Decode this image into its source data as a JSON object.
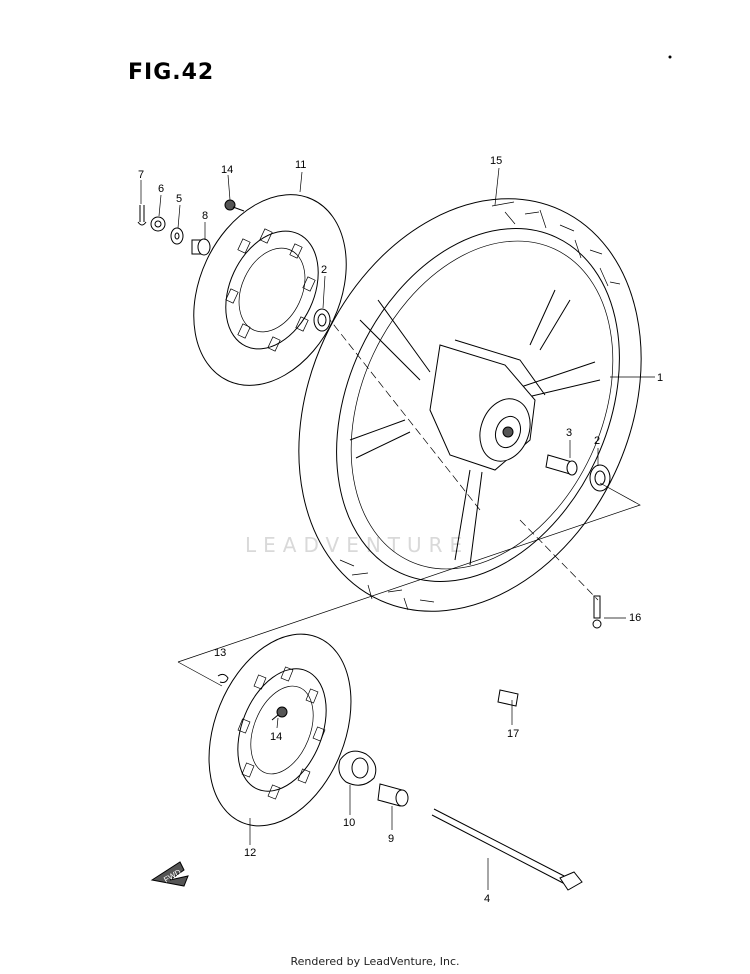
{
  "figure": {
    "title": "FIG.42"
  },
  "watermark": {
    "text": "LEADVENTURE"
  },
  "footer": {
    "credit": "Rendered by LeadVenture, Inc."
  },
  "callouts": [
    "1",
    "2",
    "2",
    "3",
    "4",
    "5",
    "6",
    "7",
    "8",
    "9",
    "10",
    "11",
    "12",
    "13",
    "14",
    "14",
    "15",
    "16",
    "17"
  ],
  "fwd_label": "FWD"
}
